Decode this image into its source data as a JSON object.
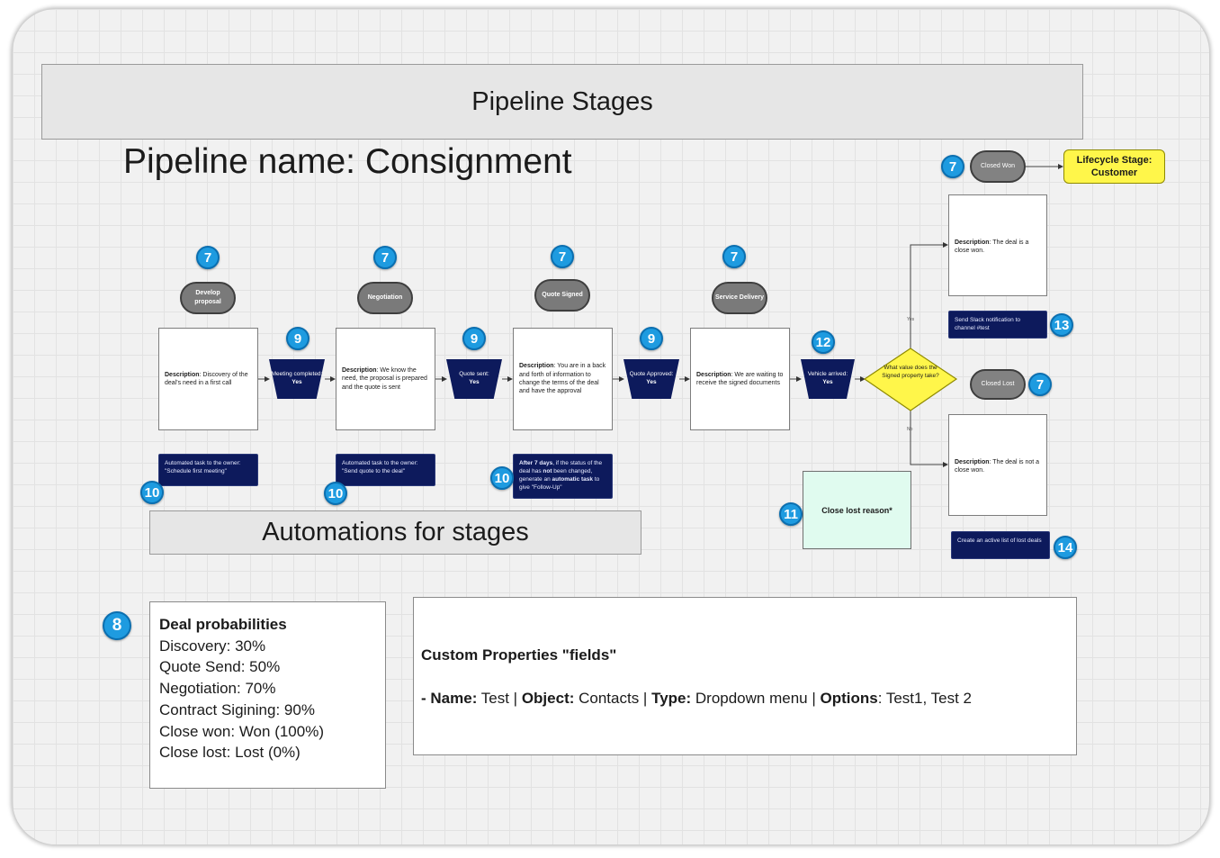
{
  "title": "Pipeline Stages",
  "pipeline_name": "Pipeline name: Consignment",
  "automations_title": "Automations for stages",
  "stages": [
    {
      "label": "Develop proposal",
      "badge": "7",
      "desc_bold": "Description",
      "desc": ": Discovery of the deal's need in a first call",
      "automation": "Automated task to the owner: \"Schedule first meeting\"",
      "auto_badge": "10"
    },
    {
      "label": "Negotiation",
      "badge": "7",
      "desc_bold": "Description",
      "desc": ": We know the need, the proposal is prepared and the quote is sent",
      "automation": "Automated task to the owner: \"Send quote to the deal\"",
      "auto_badge": "10"
    },
    {
      "label": "Quote Signed",
      "badge": "7",
      "desc_bold": "Description",
      "desc": ": You are in a back and forth of information to change the terms of the deal and have the approval",
      "auto_badge": "10"
    },
    {
      "label": "Service Delivery",
      "badge": "7",
      "desc_bold": "Description",
      "desc": ": We are waiting to receive the signed documents"
    }
  ],
  "followup": {
    "b1": "After 7 days",
    "t1": ", if the status of the deal has ",
    "b2": "not",
    "t2": " been changed, generate an ",
    "b3": "automatic task",
    "t3": " to give \"Follow-Up\""
  },
  "gates": [
    {
      "text": "Meeting completed:",
      "value": "Yes",
      "badge": "9"
    },
    {
      "text": "Quote sent:",
      "value": "Yes",
      "badge": "9"
    },
    {
      "text": "Quote Approved:",
      "value": "Yes",
      "badge": "9"
    },
    {
      "text": "Vehicle arrived:",
      "value": "Yes",
      "badge": "12"
    }
  ],
  "decision": {
    "text": "What value does the Signed property take?",
    "yes": "Yes",
    "no": "No"
  },
  "won": {
    "pill": "Closed Won",
    "badge": "7",
    "lifecycle": "Lifecycle Stage: Customer",
    "desc_bold": "Description",
    "desc": ": The deal is a close won.",
    "automation": "Send Slack notification to channel #test",
    "auto_badge": "13"
  },
  "lost": {
    "pill": "Closed Lost",
    "badge": "7",
    "desc_bold": "Description",
    "desc": ": The deal is not a close won.",
    "automation": "Create an active list of lost deals",
    "auto_badge": "14",
    "reason": "Close lost reason*",
    "reason_badge": "11"
  },
  "probabilities": {
    "badge": "8",
    "title": "Deal probabilities",
    "items": [
      "Discovery: 30%",
      "Quote Send: 50%",
      "Negotiation: 70%",
      "Contract Sigining: 90%",
      "Close won: Won (100%)",
      "Close lost: Lost (0%)"
    ]
  },
  "custom": {
    "title": "Custom Properties \"fields\"",
    "prefix": "- ",
    "name_label": "Name:",
    "name_value": " Test | ",
    "object_label": "Object:",
    "object_value": " Contacts | ",
    "type_label": "Type:",
    "type_value": " Dropdown menu | ",
    "options_label": "Options",
    "options_value": ": Test1, Test 2"
  },
  "colors": {
    "navy": "#0d1a5c",
    "badge": "#1e9be0",
    "lifecycle": "#fff64a",
    "decision": "#fff64a",
    "mint": "#e0fbef"
  }
}
